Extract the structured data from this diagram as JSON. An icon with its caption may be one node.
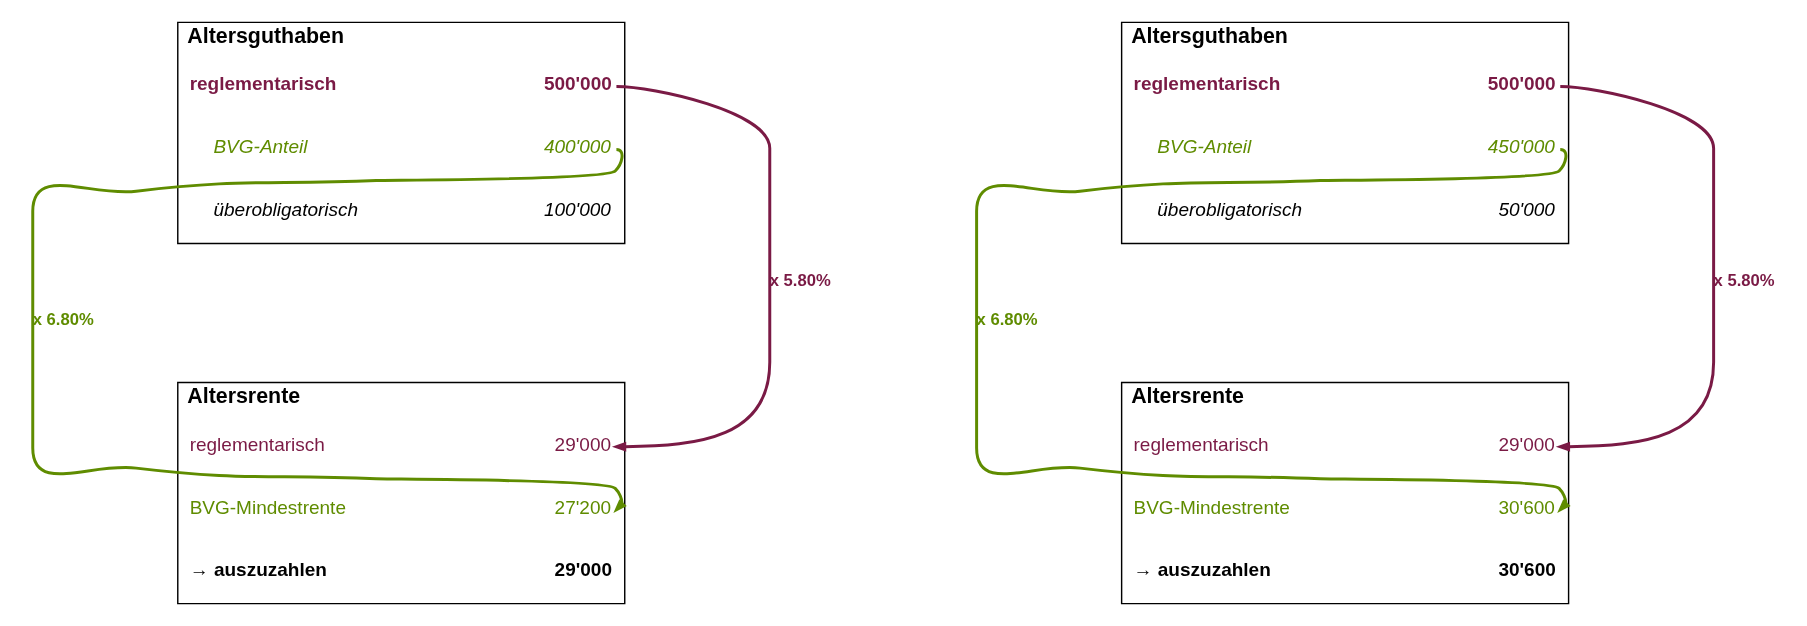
{
  "diagram": {
    "nodes": [
      {
        "text": [
          "Altersguthaben"
        ]
      },
      {
        "text": [
          "reglementarisch",
          "500'000"
        ],
        "in": 0
      },
      {
        "text": [
          "BVG-Anteil",
          "400'000"
        ],
        "in": 0
      },
      {
        "text": [
          "überobligatorisch",
          "100'000"
        ],
        "in": 0
      },
      {
        "text": [
          "Altersrente"
        ]
      },
      {
        "text": [
          "reglementarisch",
          "29'000"
        ],
        "in": 4
      },
      {
        "text": [
          "BVG-Mindestrente",
          "27'200"
        ],
        "in": 4
      },
      {
        "text": [
          "→ auszuzahlen",
          "29'000"
        ],
        "in": 4
      },
      {
        "text": [
          "Altersguthaben"
        ]
      },
      {
        "text": [
          "reglementarisch",
          "500'000"
        ],
        "in": 8
      },
      {
        "text": [
          "BVG-Anteil",
          "450'000"
        ],
        "in": 8
      },
      {
        "text": [
          "überobligatorisch",
          "50'000"
        ],
        "in": 8
      },
      {
        "text": [
          "Altersrente"
        ]
      },
      {
        "text": [
          "reglementarisch",
          "29'000"
        ],
        "in": 12
      },
      {
        "text": [
          "BVG-Mindestrente",
          "30'600"
        ],
        "in": 12
      },
      {
        "text": [
          "→ auszuzahlen",
          "30'600"
        ],
        "in": 12
      }
    ],
    "edges": [
      {
        "from": 1,
        "to": 5,
        "arrow": "to",
        "label": "x 5.80%",
        "color": "#7a1a45"
      },
      {
        "from": 2,
        "to": 6,
        "arrow": "to",
        "label": "x 6.80%",
        "color": "#5f8c00"
      },
      {
        "from": 9,
        "to": 13,
        "arrow": "to",
        "label": "x 5.80%",
        "color": "#7a1a45"
      },
      {
        "from": 10,
        "to": 14,
        "arrow": "to",
        "label": "x 6.80%",
        "color": "#5f8c00"
      }
    ]
  }
}
